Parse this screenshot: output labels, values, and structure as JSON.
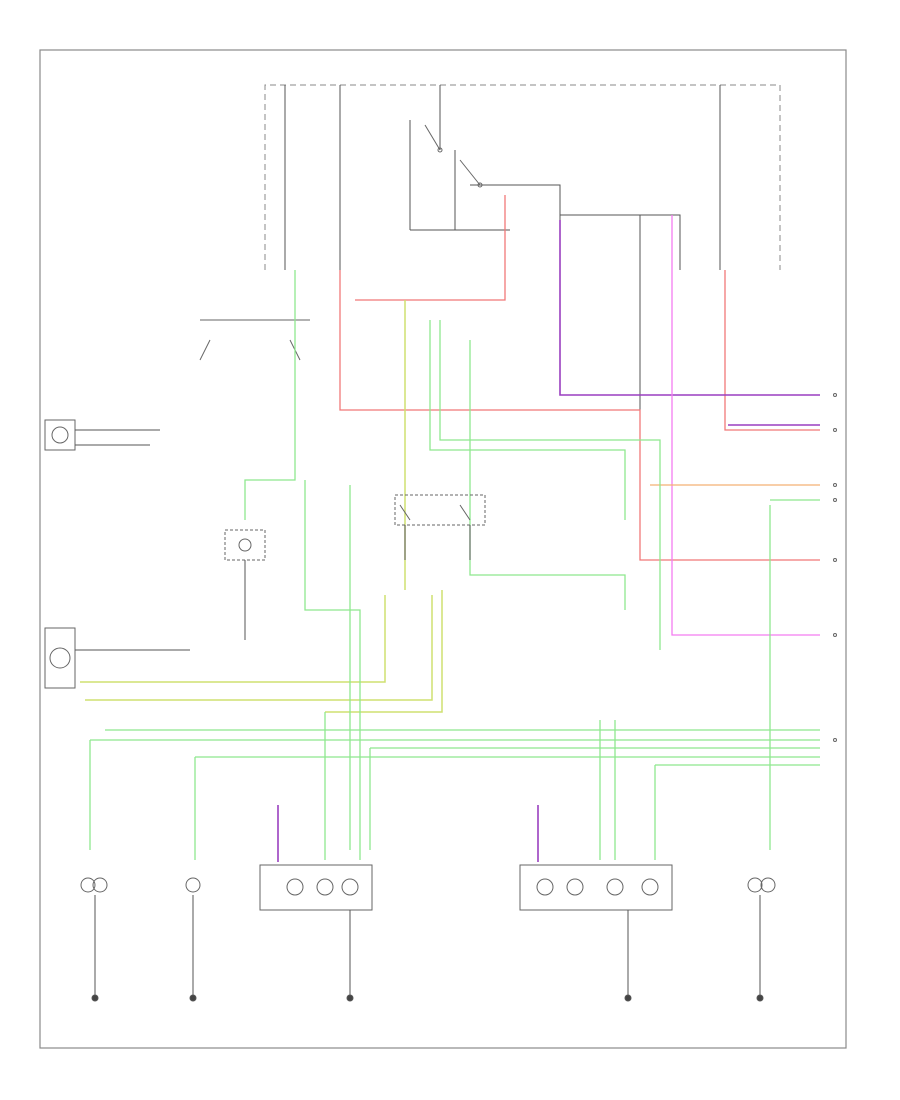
{
  "diagram": {
    "title": "",
    "colors": {
      "frame": "#8a8a8a",
      "red": "#f07878",
      "green": "#8ee88e",
      "yellow": "#cfe070",
      "purple": "#9a3fc0",
      "pink": "#f47cf0",
      "orange": "#f3b074"
    },
    "footer_code": "",
    "connectors": [
      {
        "id": "c1",
        "text": ""
      },
      {
        "id": "c2",
        "text": ""
      },
      {
        "id": "c3",
        "text": ""
      },
      {
        "id": "c4",
        "text": ""
      },
      {
        "id": "c5",
        "text": ""
      },
      {
        "id": "c6",
        "text": ""
      },
      {
        "id": "c7",
        "text": ""
      }
    ]
  }
}
